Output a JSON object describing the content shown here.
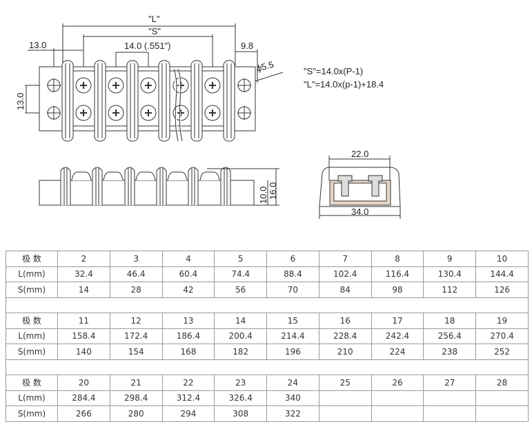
{
  "drawing": {
    "dims": {
      "L": "\"L\"",
      "S": "\"S\"",
      "edge_pitch": "13.0",
      "pitch": "14.0 (.551\")",
      "right_edge": "9.8",
      "hole_dia": "ϕ5.5",
      "row_spacing": "13.0",
      "height_body": "10.0",
      "height_total": "16.0",
      "screw_span": "22.0",
      "width": "34.0"
    },
    "formulas": [
      "\"S\"=14.0x(P-1)",
      "\"L\"=14.0x(p-1)+18.4"
    ]
  },
  "table": {
    "blocks": [
      {
        "header": "极 数",
        "poles": [
          "2",
          "3",
          "4",
          "5",
          "6",
          "7",
          "8",
          "9",
          "10"
        ],
        "l_label": "L(mm)",
        "L": [
          "32.4",
          "46.4",
          "60.4",
          "74.4",
          "88.4",
          "102.4",
          "116.4",
          "130.4",
          "144.4"
        ],
        "s_label": "S(mm)",
        "S": [
          "14",
          "28",
          "42",
          "56",
          "70",
          "84",
          "98",
          "112",
          "126"
        ]
      },
      {
        "header": "极 数",
        "poles": [
          "11",
          "12",
          "13",
          "14",
          "15",
          "16",
          "17",
          "18",
          "19"
        ],
        "l_label": "L(mm)",
        "L": [
          "158.4",
          "172.4",
          "186.4",
          "200.4",
          "214.4",
          "228.4",
          "242.4",
          "256.4",
          "270.4"
        ],
        "s_label": "S(mm)",
        "S": [
          "140",
          "154",
          "168",
          "182",
          "196",
          "210",
          "224",
          "238",
          "252"
        ]
      },
      {
        "header": "极 数",
        "poles": [
          "20",
          "21",
          "22",
          "23",
          "24",
          "25",
          "26",
          "27",
          "28"
        ],
        "l_label": "L(mm)",
        "L": [
          "284.4",
          "298.4",
          "312.4",
          "326.4",
          "340",
          "",
          "",
          "",
          ""
        ],
        "s_label": "S(mm)",
        "S": [
          "266",
          "280",
          "294",
          "308",
          "322",
          "",
          "",
          "",
          ""
        ]
      }
    ]
  }
}
